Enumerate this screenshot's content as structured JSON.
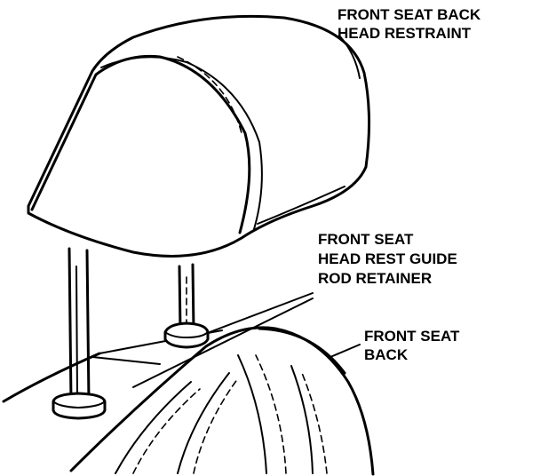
{
  "labels": {
    "head_restraint": [
      "FRONT SEAT BACK",
      "HEAD RESTRAINT"
    ],
    "guide_rod_retainer": [
      "FRONT SEAT",
      "HEAD REST GUIDE",
      "ROD RETAINER"
    ],
    "seat_back": [
      "FRONT SEAT",
      "BACK"
    ]
  }
}
